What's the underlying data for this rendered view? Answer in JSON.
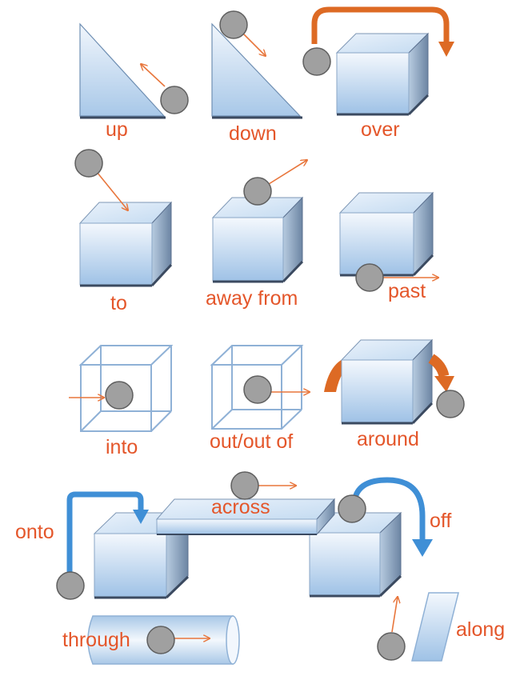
{
  "labels": {
    "up": "up",
    "down": "down",
    "over": "over",
    "to": "to",
    "away_from": "away from",
    "past": "past",
    "into": "into",
    "out_of": "out/out of",
    "around": "around",
    "onto": "onto",
    "across": "across",
    "off": "off",
    "through": "through",
    "along": "along"
  },
  "colors": {
    "label": "#e4562a",
    "ball": "#a0a0a0",
    "ball_stroke": "#5f5f5f",
    "arrow_thin": "#e8763c",
    "arrow_orange": "#dd6a24",
    "arrow_blue": "#3f8fd6",
    "box_front_top": "#f4f8fd",
    "box_front_bottom": "#9fc2e6",
    "box_edge": "#45546b"
  }
}
